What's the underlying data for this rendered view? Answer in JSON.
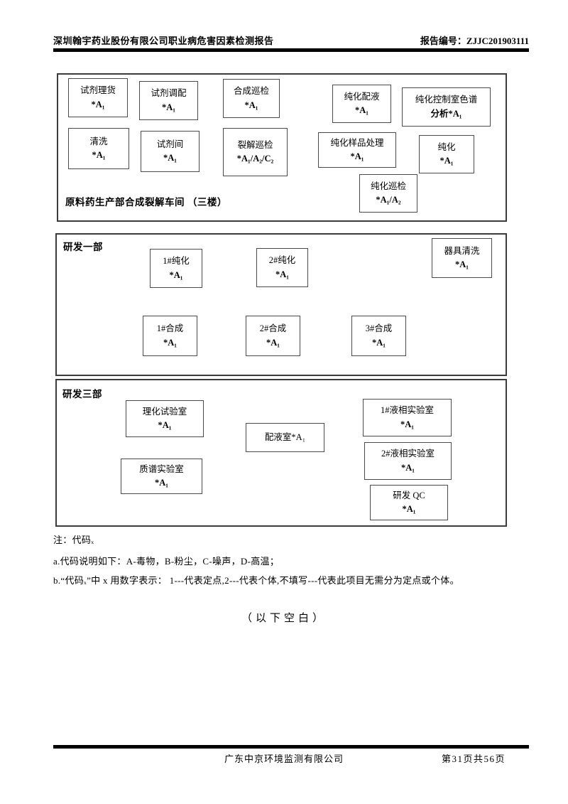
{
  "header": {
    "title": "深圳翰宇药业股份有限公司职业病危害因素检测报告",
    "report_no": "报告编号：ZJJC201903111"
  },
  "floorplans": [
    {
      "label": "原料药生产部合成裂解车间 （三楼）",
      "boxes": [
        {
          "lines": [
            "试剂理货",
            "*A₁"
          ]
        },
        {
          "lines": [
            "试剂调配",
            "*A₁"
          ]
        },
        {
          "lines": [
            "合成巡检",
            "*A₁"
          ]
        },
        {
          "lines": [
            "纯化配液",
            "*A₁"
          ]
        },
        {
          "lines": [
            "纯化控制室色谱",
            "分析*A₁"
          ]
        },
        {
          "lines": [
            "清洗",
            "*A₁"
          ]
        },
        {
          "lines": [
            "试剂间",
            "*A₁"
          ]
        },
        {
          "lines": [
            "裂解巡检",
            "*A₁/A₂/C₂"
          ]
        },
        {
          "lines": [
            "纯化样品处理",
            "*A₁"
          ]
        },
        {
          "lines": [
            "纯化",
            "*A₁"
          ]
        },
        {
          "lines": [
            "纯化巡检",
            "*A₁/A₂"
          ]
        }
      ]
    },
    {
      "label": "研发一部",
      "boxes": [
        {
          "lines": [
            "1#纯化",
            "*A₁"
          ]
        },
        {
          "lines": [
            "2#纯化",
            "*A₁"
          ]
        },
        {
          "lines": [
            "器具清洗",
            "*A₁"
          ]
        },
        {
          "lines": [
            "1#合成",
            "*A₁"
          ]
        },
        {
          "lines": [
            "2#合成",
            "*A₁"
          ]
        },
        {
          "lines": [
            "3#合成",
            "*A₁"
          ]
        }
      ]
    },
    {
      "label": "研发三部",
      "boxes": [
        {
          "lines": [
            "理化试验室",
            "*A₁"
          ]
        },
        {
          "lines": [
            "配液室*A₁"
          ]
        },
        {
          "lines": [
            "1#液相实验室",
            "*A₁"
          ]
        },
        {
          "lines": [
            "2#液相实验室",
            "*A₁"
          ]
        },
        {
          "lines": [
            "质谱实验室",
            "*A₁"
          ]
        },
        {
          "lines": [
            "研发 QC",
            "*A₁"
          ]
        }
      ]
    }
  ],
  "notes": {
    "intro": "注：代码ₓ",
    "a": "a.代码说明如下：A-毒物，B-粉尘，C-噪声，D-高温；",
    "b": "b.“代码ₓ”中 x 用数字表示： 1---代表定点,2---代表个体,不填写---代表此项目无需分为定点或个体。"
  },
  "blank_note": "（以下空白）",
  "footer": {
    "company": "广东中京环境监测有限公司",
    "page": "第31页共56页"
  }
}
